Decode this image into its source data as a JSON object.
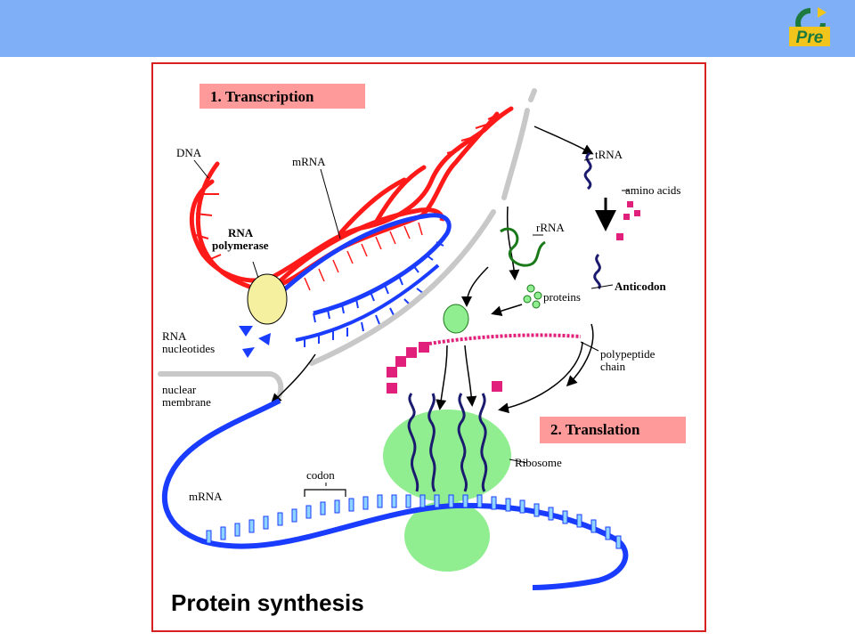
{
  "slide": {
    "header_color": "#7fb0f7",
    "frame_color": "#d82020",
    "logo": {
      "icon": "pre-logo",
      "text": "Pre",
      "colors": [
        "#f2c51c",
        "#1c7a3e"
      ]
    }
  },
  "diagram": {
    "title": "Protein synthesis",
    "steps": {
      "transcription": "1. Transcription",
      "translation": "2. Translation"
    },
    "labels": {
      "dna": "DNA",
      "mrna_top": "mRNA",
      "rna_polymerase_1": "RNA",
      "rna_polymerase_2": "polymerase",
      "rna_nucleotides_1": "RNA",
      "rna_nucleotides_2": "nucleotides",
      "nuclear_membrane_1": "nuclear",
      "nuclear_membrane_2": "membrane",
      "trna": "tRNA",
      "amino_acids": "amino acids",
      "rrna": "rRNA",
      "proteins": "proteins",
      "anticodon": "Anticodon",
      "polypeptide_1": "polypeptide",
      "polypeptide_2": "chain",
      "ribosome": "Ribosome",
      "codon": "codon",
      "mrna_bottom": "mRNA"
    },
    "colors": {
      "dna": "#ff1a1a",
      "mrna": "#1a3cff",
      "trna": "#1a1a6e",
      "rrna": "#1a7a1a",
      "ribosome": "#90ee90",
      "amino_acid": "#e0207a",
      "polymerase": "#f5efa0",
      "membrane": "#c8c8c8",
      "step_box": "#ff9a9a"
    }
  }
}
